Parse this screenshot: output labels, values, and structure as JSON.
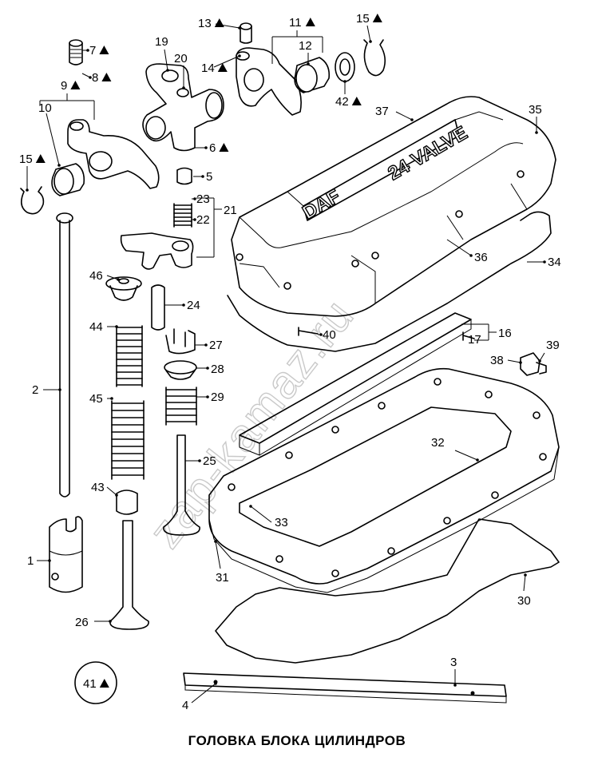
{
  "caption": "ГОЛОВКА БЛОКА ЦИЛИНДРОВ",
  "watermark": "zap-kamaz.ru",
  "cover_logo": {
    "brand": "DAF",
    "text": "24 VALVE"
  },
  "callouts": [
    {
      "id": "1",
      "text": "1",
      "marked": false
    },
    {
      "id": "2",
      "text": "2",
      "marked": false
    },
    {
      "id": "3",
      "text": "3",
      "marked": false
    },
    {
      "id": "4",
      "text": "4",
      "marked": false
    },
    {
      "id": "5",
      "text": "5",
      "marked": false
    },
    {
      "id": "6",
      "text": "6",
      "marked": true
    },
    {
      "id": "7",
      "text": "7",
      "marked": true
    },
    {
      "id": "8",
      "text": "8",
      "marked": true
    },
    {
      "id": "9",
      "text": "9",
      "marked": true
    },
    {
      "id": "10",
      "text": "10",
      "marked": false
    },
    {
      "id": "11",
      "text": "11",
      "marked": true
    },
    {
      "id": "12",
      "text": "12",
      "marked": false
    },
    {
      "id": "13",
      "text": "13",
      "marked": true
    },
    {
      "id": "14",
      "text": "14",
      "marked": true
    },
    {
      "id": "15a",
      "text": "15",
      "marked": true
    },
    {
      "id": "15b",
      "text": "15",
      "marked": true
    },
    {
      "id": "16",
      "text": "16",
      "marked": false
    },
    {
      "id": "17",
      "text": "17",
      "marked": false
    },
    {
      "id": "19",
      "text": "19",
      "marked": false
    },
    {
      "id": "20",
      "text": "20",
      "marked": false
    },
    {
      "id": "21",
      "text": "21",
      "marked": false
    },
    {
      "id": "22",
      "text": "22",
      "marked": false
    },
    {
      "id": "23",
      "text": "23",
      "marked": false
    },
    {
      "id": "24",
      "text": "24",
      "marked": false
    },
    {
      "id": "25",
      "text": "25",
      "marked": false
    },
    {
      "id": "26",
      "text": "26",
      "marked": false
    },
    {
      "id": "27",
      "text": "27",
      "marked": false
    },
    {
      "id": "28",
      "text": "28",
      "marked": false
    },
    {
      "id": "29",
      "text": "29",
      "marked": false
    },
    {
      "id": "30",
      "text": "30",
      "marked": false
    },
    {
      "id": "31",
      "text": "31",
      "marked": false
    },
    {
      "id": "32",
      "text": "32",
      "marked": false
    },
    {
      "id": "33",
      "text": "33",
      "marked": false
    },
    {
      "id": "34",
      "text": "34",
      "marked": false
    },
    {
      "id": "35",
      "text": "35",
      "marked": false
    },
    {
      "id": "36",
      "text": "36",
      "marked": false
    },
    {
      "id": "37",
      "text": "37",
      "marked": false
    },
    {
      "id": "38",
      "text": "38",
      "marked": false
    },
    {
      "id": "39",
      "text": "39",
      "marked": false
    },
    {
      "id": "40",
      "text": "40",
      "marked": false
    },
    {
      "id": "41",
      "text": "41",
      "marked": true
    },
    {
      "id": "42",
      "text": "42",
      "marked": true
    },
    {
      "id": "43",
      "text": "43",
      "marked": false
    },
    {
      "id": "44",
      "text": "44",
      "marked": false
    },
    {
      "id": "45",
      "text": "45",
      "marked": false
    },
    {
      "id": "46",
      "text": "46",
      "marked": false
    }
  ]
}
